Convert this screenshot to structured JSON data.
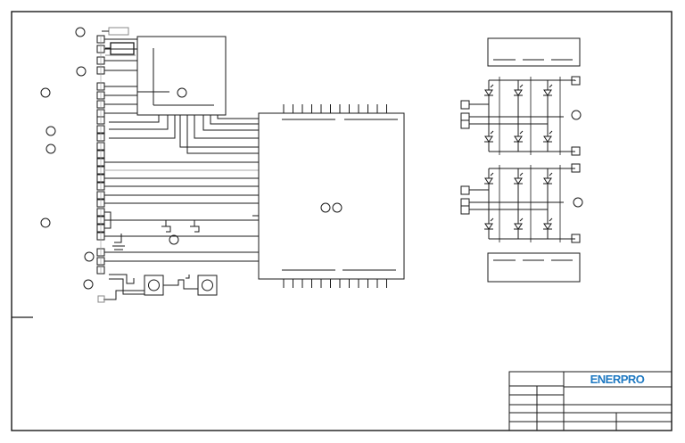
{
  "title_block": {
    "company_logo": "ENERPRO"
  },
  "colors": {
    "line": "#1a1a1a",
    "logo": "#1f79c2",
    "faint": "#9a9a9a"
  },
  "icons": {
    "mounting_hole": "circle-outline",
    "connector_pin": "square-outline",
    "thyristor": "scr-triangle"
  }
}
